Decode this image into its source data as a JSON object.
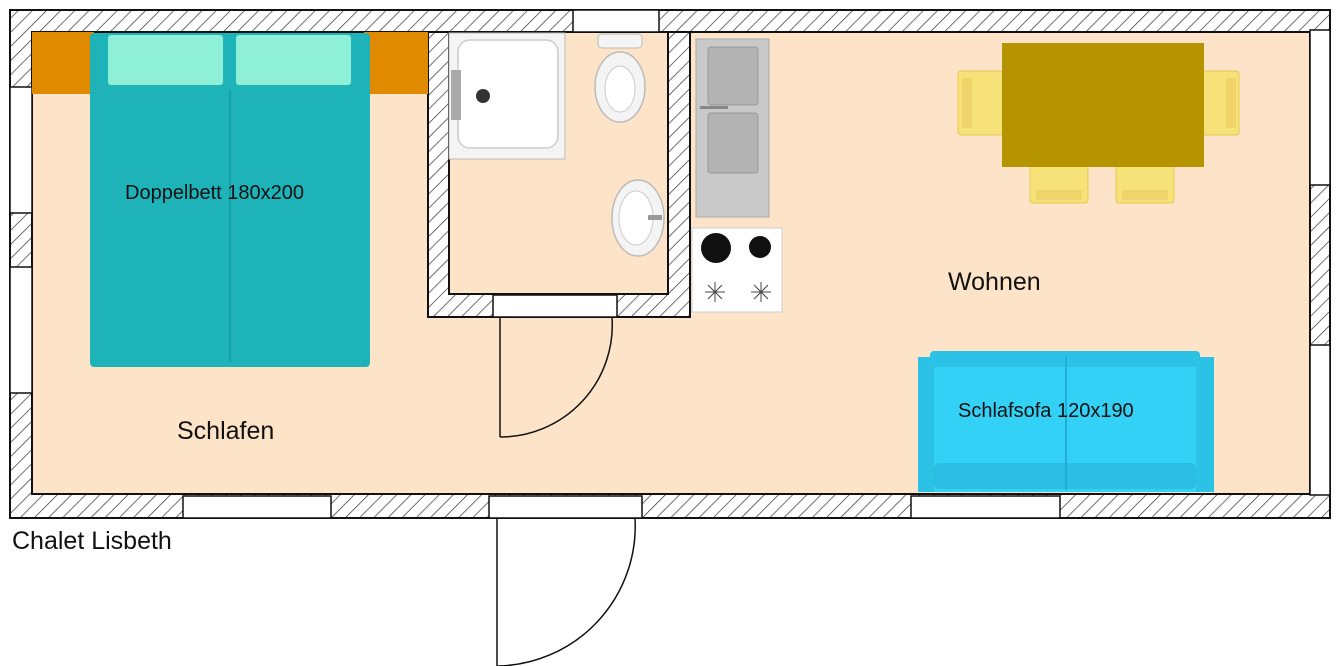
{
  "labels": {
    "bed": "Doppelbett 180x200",
    "sleeping": "Schlafen",
    "living": "Wohnen",
    "sofa": "Schlafsofa 120x190",
    "title": "Chalet Lisbeth"
  },
  "colors": {
    "floor": "#fde3c8",
    "bed": "#1db3b8",
    "pillow": "#8ff0d8",
    "nightstand": "#e08a00",
    "table": "#b59400",
    "chair": "#f7e27a",
    "sofa": "#33d1f5",
    "fridge": "#c9c9c9",
    "bathroom_fixture": "#f4f4f4"
  }
}
